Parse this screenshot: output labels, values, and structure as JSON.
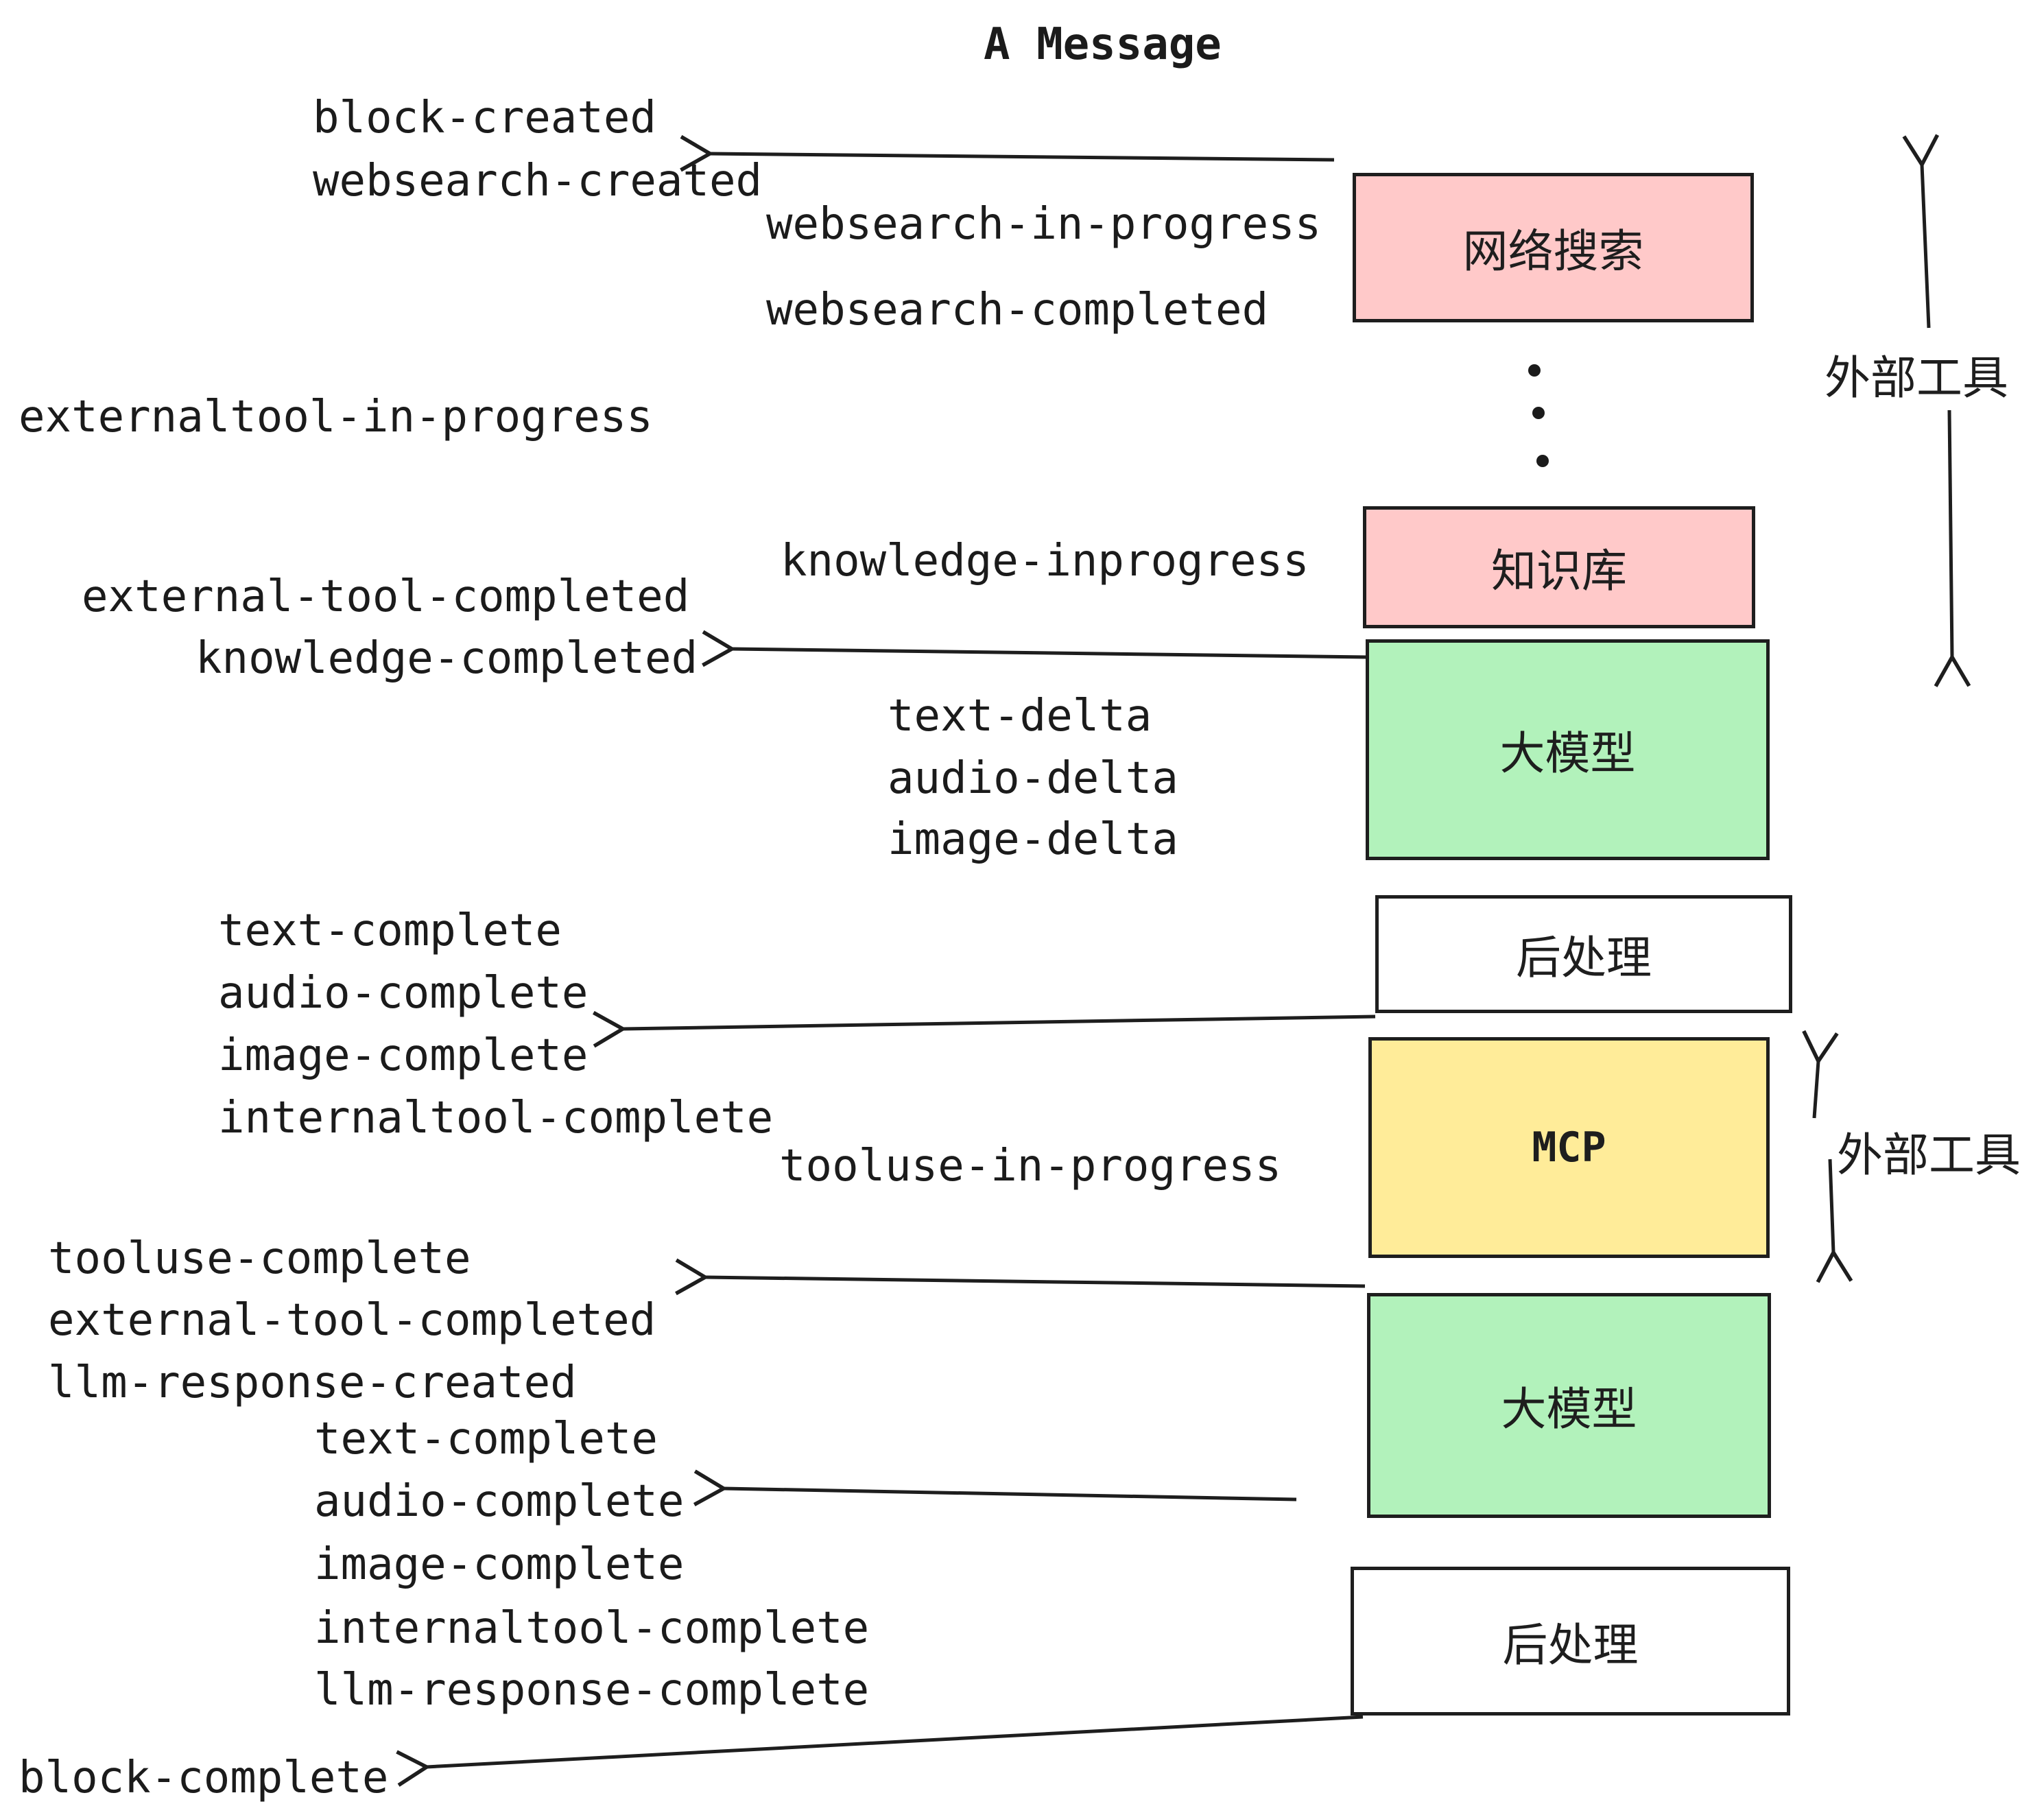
{
  "title": "A Message",
  "colors": {
    "pink": "#ffc9c9",
    "green": "#b2f2bb",
    "yellow": "#ffec99",
    "white": "#ffffff",
    "stroke": "#1e1e1e",
    "text": "#1b1b1b"
  },
  "boxes": [
    {
      "id": "websearch",
      "label": "网络搜索",
      "color": "#ffc9c9"
    },
    {
      "id": "knowledge",
      "label": "知识库",
      "color": "#ffc9c9"
    },
    {
      "id": "llm1",
      "label": "大模型",
      "color": "#b2f2bb"
    },
    {
      "id": "post1",
      "label": "后处理",
      "color": "#ffffff"
    },
    {
      "id": "mcp",
      "label": "MCP",
      "color": "#ffec99"
    },
    {
      "id": "llm2",
      "label": "大模型",
      "color": "#b2f2bb"
    },
    {
      "id": "post2",
      "label": "后处理",
      "color": "#ffffff"
    }
  ],
  "annotations": {
    "external_tools_upper": "外部工具",
    "external_tools_lower": "外部工具"
  },
  "events": {
    "block_created": "block-created",
    "websearch_created": "websearch-created",
    "websearch_in_progress": "websearch-in-progress",
    "websearch_completed": "websearch-completed",
    "externaltool_in_progress": "externaltool-in-progress",
    "knowledge_inprogress": "knowledge-inprogress",
    "external_tool_completed_1": "external-tool-completed",
    "knowledge_completed": "knowledge-completed",
    "text_delta_1": "text-delta",
    "audio_delta_1": "audio-delta",
    "image_delta_1": "image-delta",
    "text_complete_1": "text-complete",
    "audio_complete_1": "audio-complete",
    "image_complete_1": "image-complete",
    "internaltool_complete_1": "internaltool-complete",
    "tooluse_in_progress": "tooluse-in-progress",
    "tooluse_complete": "tooluse-complete",
    "external_tool_completed_2": "external-tool-completed",
    "llm_response_created": "llm-response-created",
    "text_complete_2": "text-complete",
    "audio_complete_2": "audio-complete",
    "image_complete_2": "image-complete",
    "internaltool_complete_2": "internaltool-complete",
    "llm_response_complete": "llm-response-complete",
    "block_complete": "block-complete"
  }
}
